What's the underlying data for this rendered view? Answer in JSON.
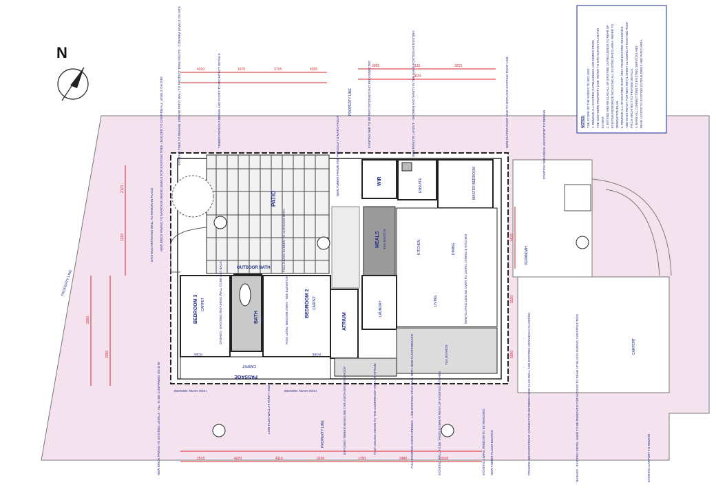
{
  "north_label": "N",
  "property_line_labels": [
    "PROPERTY LINE",
    "PROPERTY LINE",
    "PROPERTY LINE"
  ],
  "rooms": {
    "bedroom3": "BEDROOM 3",
    "bedroom3_floor": "CARPET",
    "bedroom2": "BEDROOM 2",
    "bedroom2_floor": "CARPET",
    "bath": "BATH",
    "bath_floor": "TILE",
    "outdoor_bath": "OUTDOOR BATH",
    "passage": "PASSAGE",
    "passage_floor": "CARPET",
    "patio": "PATIO",
    "meals": "MEALS",
    "meals_floor": "T&G BOARDS",
    "wir": "WIR",
    "ensuite": "ENSUITE",
    "master_bedroom": "MASTER BEDROOM",
    "kitchen": "KITCHEN",
    "dining": "DINING",
    "living": "LIVING",
    "living_floor": "T&G BOARDS",
    "laundry": "LAUNDRY",
    "atrium": "ATRIUM",
    "verandah": "VERANDAH",
    "carport": "CARPORT",
    "robe_a": "ROBE",
    "robe_b": "ROBE"
  },
  "annotations": {
    "retaining_wall": "EXISTING RETAINING WALL TO REMAIN IN PLACE",
    "new_brick_paving": "NEW BRICK PAVING TO MAINTAIN GRADE LEVELS FOR EXISTING TREE - BUILDER TO CONFIRM ALL LEVELS ON SITE",
    "existing_tree": "EXISTING TREE TO REMAIN. CREATE PATIO WALL TO PROTECT TREE ROOTS - CONFIRM LEVELS ON SITE",
    "timber_pergola": "TIMBER PERGOLA BEAMS AND POSTS TO ARCHITECT DETAILS",
    "new_timber_frame": "NEW TIMBER FRAME AND PERGOLA TO MATCH ROOF",
    "wir_note": "EXISTING WIR TO BE REPOSITIONED AND RECONNECTED",
    "ensuite_note": "NEW ENSUITE LAYOUT - SHOWER AND VANITY IN THE SAME POSITION AS EXISTING",
    "new_ceiling": "NEW SLOPED CEILING OVER TO LIVING, DINING & KITCHEN",
    "verandah_note": "EXISTING VERANDAH AND ENTRY TO REMAIN",
    "sloped_roof": "NEW SLOPED ROOF LINE TO REPLACE EXISTING ROOF LINE",
    "glass_screen": "FULL GLASS SCREEN TO OUTDOOR BATH",
    "high_level_window_1": "HIGH LEVEL WINDOW",
    "high_level_window_2": "HIGH LEVEL WINDOW",
    "dashed_retaining": "DASHED - EXISTING RETAINING WALL TO BE CUT BACK",
    "high_level_window_over": "HIGH LEVEL WINDOW OVER - SEE ELEVATION",
    "low_tiled_wall": "LOW TILED WALL AT VANITY END",
    "new_brick_paving_2": "NEW BRICK PAVING TO EXISTING LEVELS - ALL TO BE CONFIRMED ON SITE",
    "exposed_timber": "EXPOSED TIMBER BEAM LINE THRU WITH EXISTING ROOF",
    "flat_ceiling": "FLAT CEILING ABOVE TO THE UNDERROOF AREA OF ATRIUM",
    "full_existing_door": "FULL EXISTING DOOR OPENING - LINE EXISTING STUD WALL WITH NEW PLASTERBOARD",
    "existing_wall_removed": "EXISTING WALL TO BE TAKEN DOWN AT REAR OF EXISTING KITCHEN",
    "existing_living_window": "EXISTING LIVING WINDOW TO BE REMOVED",
    "provide_weatherproof": "PROVIDE WEATHERPROOF CONNECTION BETWEEN NEW CLAD WALL AND EXISTING VERANDAH CLADDING",
    "dashed_shed": "DASHED - EXISTING METAL SHED TO BE REMOVED FOR ACCESS TO REAR OF BLOCK DURING CONSTRUCTION",
    "carport_remain": "EXISTING CARPORT TO REMAIN",
    "new_timber_floor": "NEW TIMBER FLOOR BOARDS"
  },
  "notes": {
    "title": "NOTES:",
    "lines": [
      "THE SCOPE OF THE WORKS TO INCLUDE:",
      "1. REMOVE ALL EXISTING OUTBUILDINGS AND DEBRIS FROM",
      "THE SOUTHERN PROPERTY LINE. REFER TO SITE SURVEY PLAN FOR",
      "EXTENT.",
      "2. EXTEND AND RE-CLAD ALL OF EXISTING OUTBUILDINGS TO REAR OF",
      "EXISTING RESIDENCE INCLUDING ALL EXISTING PATIO AREA. REFER TO",
      "DEMOLITION PLAN.",
      "3. REMOVE ALL OF EXISTING ROOF AREA FROM EXISTING RESIDENCE",
      "AND MAKE READY FOR NEW METAL SHEET CLADDING AT EXISTING ROOF",
      "PITCH. ARCHITECT TO PROVIDE DETAILS.",
      "4. MAKE ALL CONNECTIONS TO EXISTING SERVICES AND",
      "REAR ACCESS TO EXISTING OUTBUILDINGS AND PATIO AREA."
    ]
  },
  "dimension_labels": [
    "4310",
    "1670",
    "3715",
    "4355",
    "3055",
    "1115",
    "3215",
    "2515",
    "4270",
    "4115",
    "2230",
    "1750",
    "2480",
    "3310",
    "2170",
    "1210",
    "3260",
    "2060",
    "4625",
    "3320",
    "5990",
    "2670"
  ]
}
